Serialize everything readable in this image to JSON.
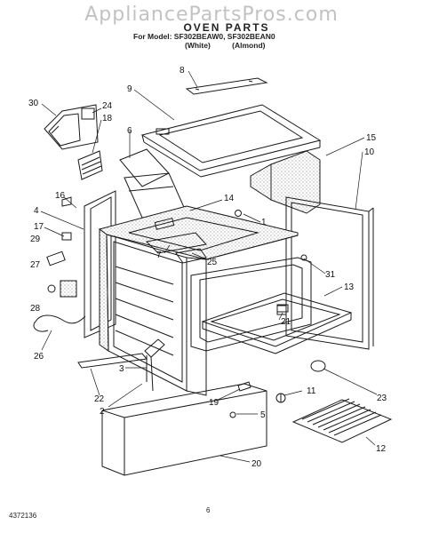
{
  "watermark": "AppliancePartsPros.com",
  "header": {
    "title": "OVEN PARTS",
    "model_line": "For Model: SF302BEAW0, SF302BEAN0",
    "variant_white": "(White)",
    "variant_almond": "(Almond)"
  },
  "callouts": [
    "8",
    "9",
    "30",
    "24",
    "18",
    "6",
    "15",
    "10",
    "16",
    "14",
    "4",
    "1",
    "17",
    "29",
    "7",
    "25",
    "27",
    "31",
    "13",
    "28",
    "21",
    "26",
    "3",
    "22",
    "2",
    "23",
    "11",
    "19",
    "5",
    "12",
    "20"
  ],
  "footer": {
    "doc_id": "4372136",
    "page": "6"
  },
  "colors": {
    "line": "#1a1a1a",
    "stipple": "#9a9a9a",
    "watermark": "#bcbcbc"
  }
}
